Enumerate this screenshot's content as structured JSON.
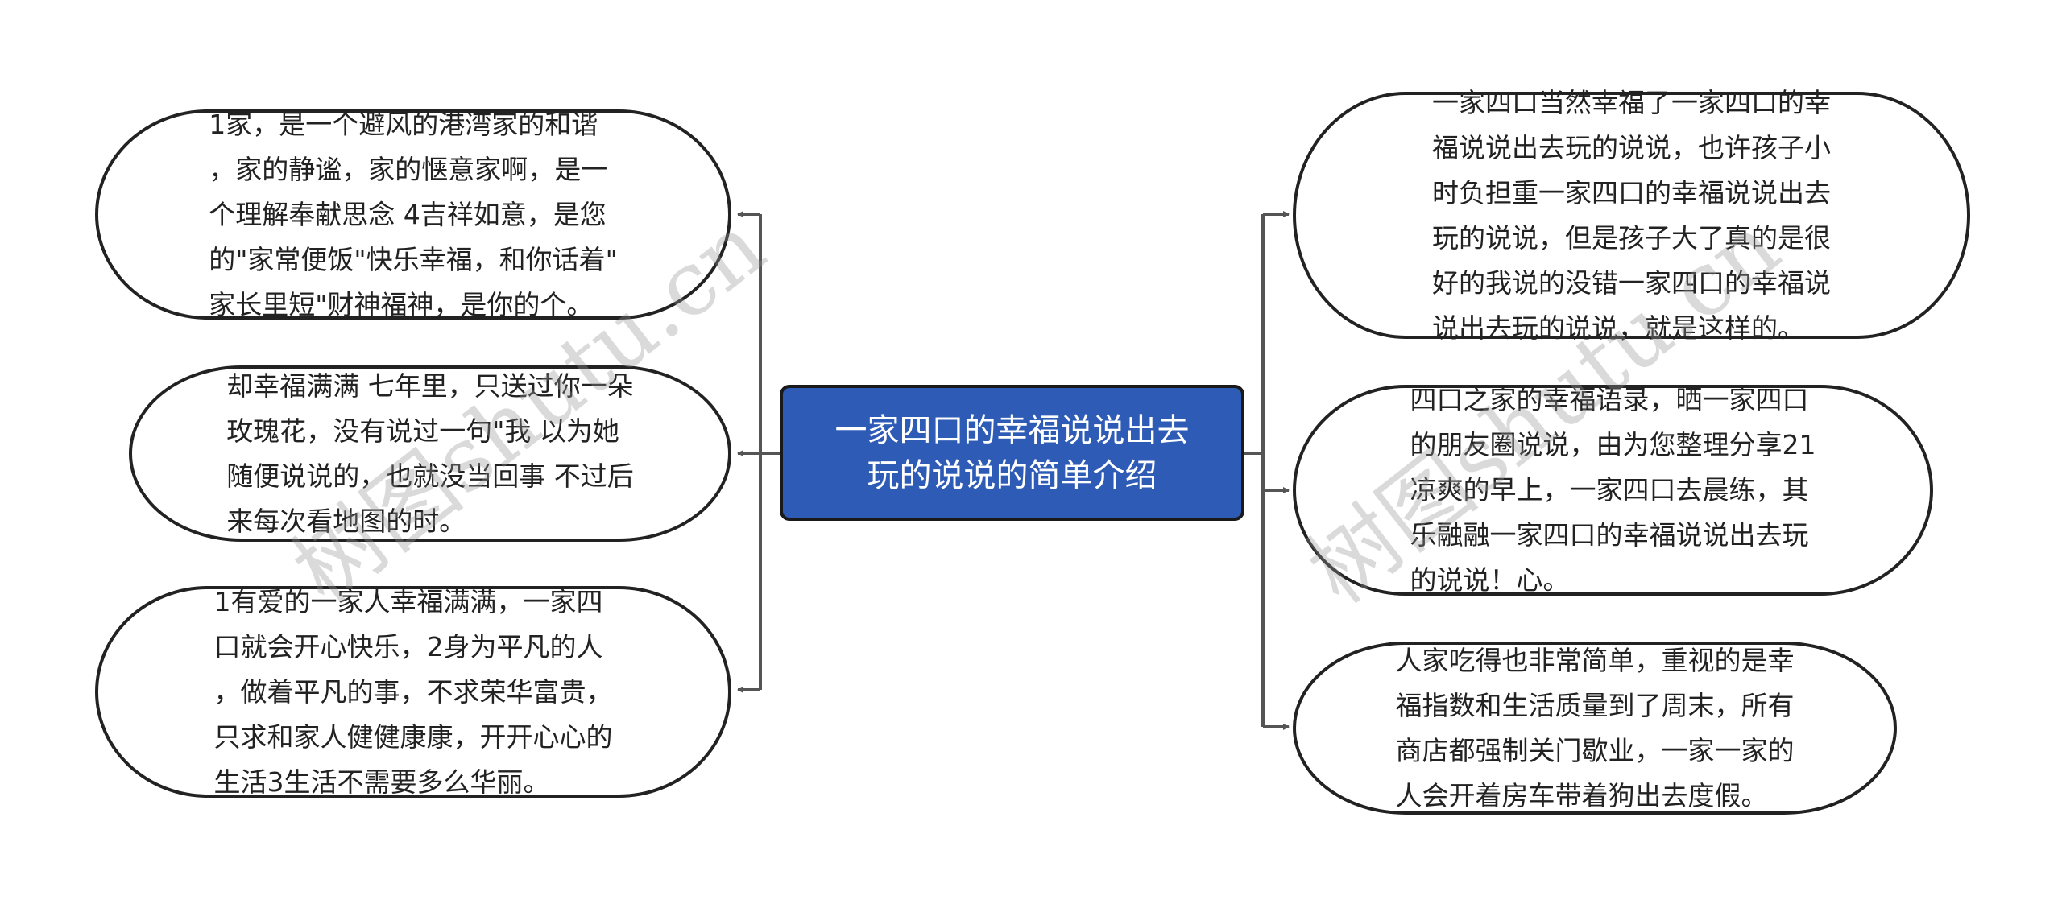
{
  "colors": {
    "center_fill": "#2d5bb5",
    "line": "#555555",
    "node_border": "#222222"
  },
  "center": {
    "lines": [
      "一家四口的幸福说说出去",
      "玩的说说的简单介绍"
    ]
  },
  "left_nodes": [
    {
      "lines": [
        "1家，是一个避风的港湾家的和谐",
        "，家的静谧，家的惬意家啊，是一",
        "个理解奉献思念 4吉祥如意，是您",
        "的\"家常便饭\"快乐幸福，和你话着\"",
        "家长里短\"财神福神，是你的个。"
      ]
    },
    {
      "lines": [
        "却幸福满满 七年里，只送过你一朵",
        "玫瑰花，没有说过一句\"我 以为她",
        "随便说说的，也就没当回事 不过后",
        "来每次看地图的时。"
      ]
    },
    {
      "lines": [
        "1有爱的一家人幸福满满，一家四",
        "口就会开心快乐，2身为平凡的人",
        "，做着平凡的事，不求荣华富贵，",
        "只求和家人健健康康，开开心心的",
        "生活3生活不需要多么华丽。"
      ]
    }
  ],
  "right_nodes": [
    {
      "lines": [
        "一家四口当然幸福了一家四口的幸",
        "福说说出去玩的说说，也许孩子小",
        "时负担重一家四口的幸福说说出去",
        "玩的说说，但是孩子大了真的是很",
        "好的我说的没错一家四口的幸福说",
        "说出去玩的说说，就是这样的。"
      ]
    },
    {
      "lines": [
        "四口之家的幸福语录，晒一家四口",
        "的朋友圈说说，由为您整理分享21",
        "凉爽的早上，一家四口去晨练，其",
        "乐融融一家四口的幸福说说出去玩",
        "的说说！心。"
      ]
    },
    {
      "lines": [
        "人家吃得也非常简单，重视的是幸",
        "福指数和生活质量到了周末，所有",
        "商店都强制关门歇业，一家一家的",
        "人会开着房车带着狗出去度假。"
      ]
    }
  ],
  "watermark": "树图shutu.cn"
}
